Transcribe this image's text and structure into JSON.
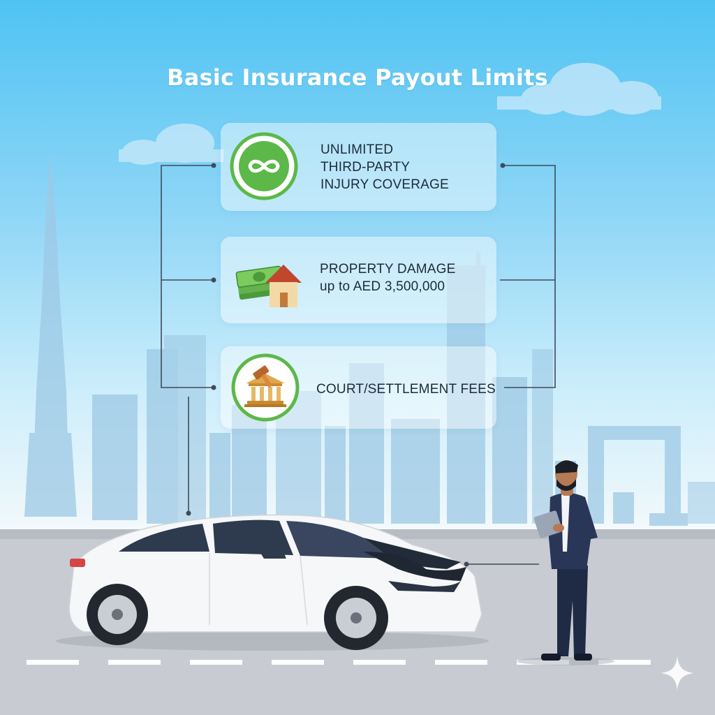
{
  "title": "Basic Insurance Payout Limits",
  "cards": [
    {
      "icon": "infinity-icon",
      "lines": [
        "UNLIMITED",
        "THIRD-PARTY",
        "INJURY COVERAGE"
      ]
    },
    {
      "icon": "money-house-icon",
      "lines": [
        "PROPERTY DAMAGE",
        "up to AED 3,500,000"
      ]
    },
    {
      "icon": "courthouse-gavel-icon",
      "lines": [
        "COURT/SETTLEMENT FEES"
      ]
    }
  ],
  "colors": {
    "sky_top": "#4fc3f3",
    "accent_green": "#5cb848",
    "connector": "#3e4a5c",
    "road": "#c8ccd2"
  }
}
